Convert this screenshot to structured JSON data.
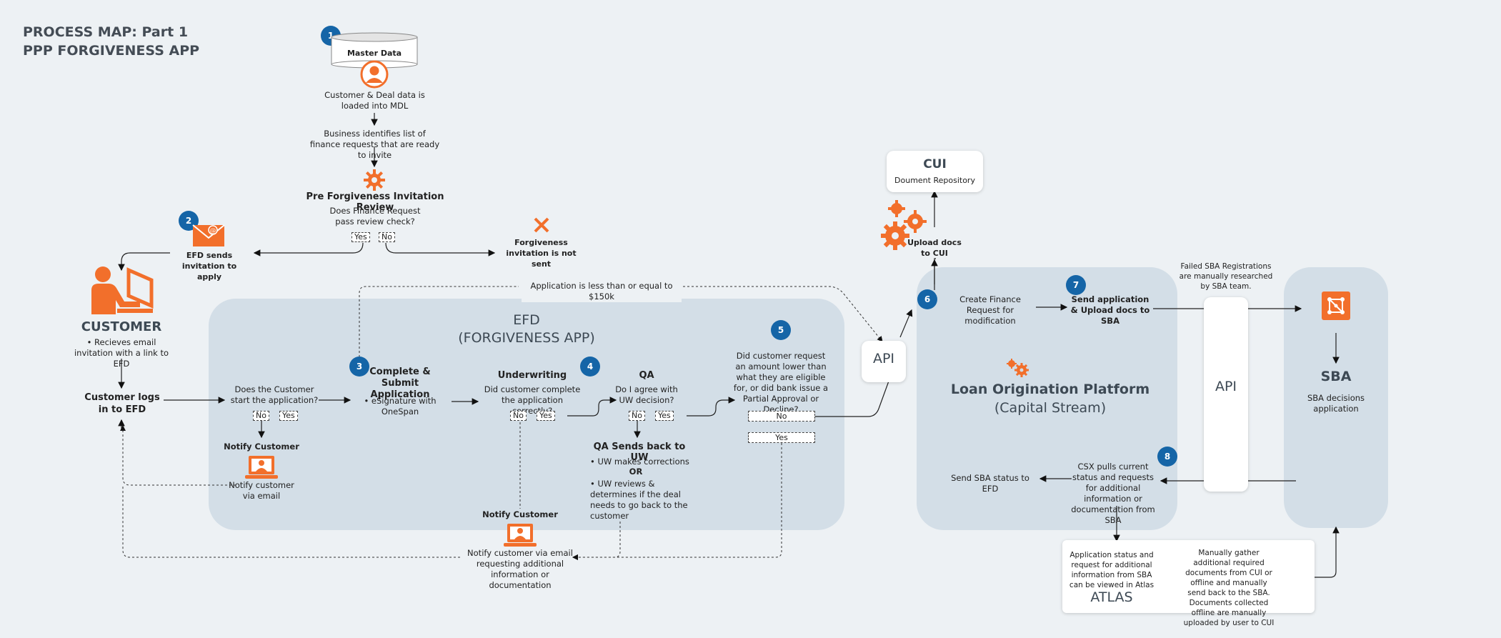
{
  "title": {
    "line1": "PROCESS MAP: Part 1",
    "line2": "PPP FORGIVENESS APP"
  },
  "badges": [
    "1",
    "2",
    "3",
    "4",
    "5",
    "6",
    "7",
    "8"
  ],
  "master_data": {
    "label": "Master Data"
  },
  "steps": {
    "loaded": "Customer & Deal data is loaded into MDL",
    "business": "Business identifies list of finance requests that are ready to invite",
    "review_title": "Pre Forgiveness Invitation Review",
    "review_q": "Does Finance Request pass review check?",
    "efd_sends": "EFD sends invitation to apply",
    "not_sent": "Forgiveness invitation is not sent"
  },
  "customer": {
    "title": "CUSTOMER",
    "desc": "• Recieves email invitation with a link to EFD",
    "logs_in": "Customer logs in to EFD"
  },
  "threshold_label": "Application is less than or equal to $150k",
  "efd": {
    "title": "EFD",
    "subtitle": "(FORGIVENESS APP)",
    "start_q": "Does the Customer start the application?",
    "notify1_title": "Notify Customer",
    "notify1_desc": "Notify customer via email",
    "complete_title": "Complete & Submit Application",
    "esign": "• eSignature with OneSpan",
    "uw_title": "Underwriting",
    "uw_q": "Did customer complete the application correctly?",
    "qa_title": "QA",
    "qa_q": "Do I agree with UW decision?",
    "qa_sends": "QA Sends back to UW",
    "qa_b1": "• UW makes corrections",
    "qa_or": "OR",
    "qa_b2": "• UW reviews & determines if the deal needs to go back to the customer",
    "decision_q": "Did customer request an amount lower than what they are eligible for, or did bank issue a Partial Approval or Decline?",
    "notify2_title": "Notify Customer",
    "notify2_desc": "Notify customer via email requesting additional information or documentation"
  },
  "yes": "Yes",
  "no": "No",
  "api": "API",
  "cui": {
    "title": "CUI",
    "subtitle": "Doument Repository",
    "upload": "Upload docs to CUI"
  },
  "lop": {
    "title": "Loan Origination Platform",
    "subtitle": "(Capital Stream)",
    "create": "Create Finance Request for modification",
    "send": "Send application & Upload docs to SBA",
    "csx": "CSX pulls current status and requests for additional information or documentation from SBA",
    "send_status": "Send SBA status to EFD"
  },
  "failed_sba": "Failed SBA Registrations are manually researched by SBA team.",
  "sba": {
    "title": "SBA",
    "desc": "SBA decisions application"
  },
  "atlas": {
    "title": "ATLAS",
    "status": "Application status and request for additional information from SBA can be viewed in Atlas",
    "manual": "Manually gather additional required documents from CUI or offline and manually send back to the SBA. Documents collected offline are manually uploaded by user to CUI"
  },
  "colors": {
    "accent": "#f26f2b",
    "badge": "#1565a7",
    "panel": "#d3dee7",
    "background": "#edf1f4"
  },
  "icons": [
    "database-icon",
    "user-icon",
    "gear-icon",
    "email-icon",
    "close-x-icon",
    "customer-at-laptop-icon",
    "laptop-user-icon",
    "gears-icon",
    "share-network-icon"
  ]
}
